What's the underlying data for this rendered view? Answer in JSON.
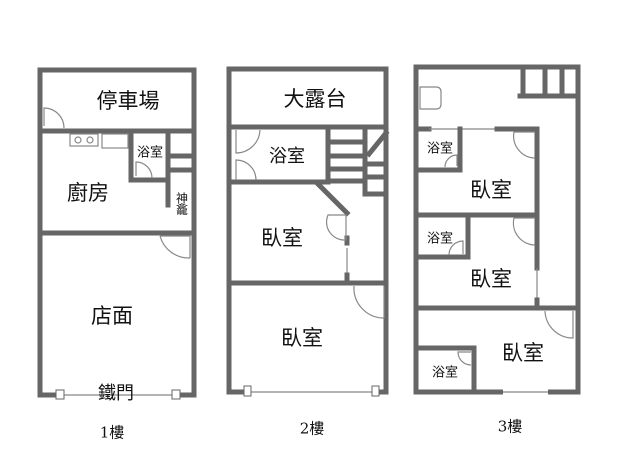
{
  "floors": [
    {
      "label": "1樓",
      "rooms": {
        "parking": "停車場",
        "kitchen": "廚房",
        "bath": "浴室",
        "altar": "神龕",
        "shop": "店面",
        "gate": "鐵門"
      }
    },
    {
      "label": "2樓",
      "rooms": {
        "terrace": "大露台",
        "bath": "浴室",
        "bedroom1": "臥室",
        "bedroom2": "臥室"
      }
    },
    {
      "label": "3樓",
      "rooms": {
        "bath1": "浴室",
        "bedroom1": "臥室",
        "bath2": "浴室",
        "bedroom2": "臥室",
        "bedroom3": "臥室",
        "bath3": "浴室"
      }
    }
  ],
  "colors": {
    "wall": "#666666",
    "fixture": "#888888"
  }
}
